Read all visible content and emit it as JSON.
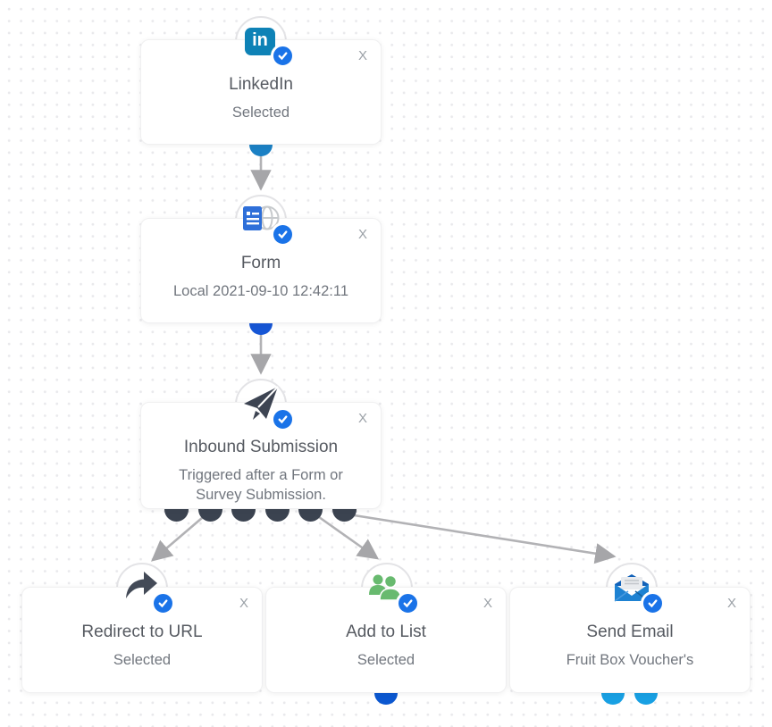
{
  "ui": {
    "close_label": "X"
  },
  "nodes": [
    {
      "id": "linkedin",
      "title": "LinkedIn",
      "subtitle": "Selected",
      "icon": "linkedin-icon",
      "state": "selected"
    },
    {
      "id": "form",
      "title": "Form",
      "subtitle": "Local 2021-09-10 12:42:11",
      "icon": "form-icon",
      "state": "selected"
    },
    {
      "id": "inbound-submission",
      "title": "Inbound Submission",
      "subtitle": "Triggered after a Form or Survey Submission.",
      "icon": "paper-plane-icon",
      "state": "selected"
    },
    {
      "id": "redirect-to-url",
      "title": "Redirect to URL",
      "subtitle": "Selected",
      "icon": "redirect-arrow-icon",
      "state": "selected"
    },
    {
      "id": "add-to-list",
      "title": "Add to List",
      "subtitle": "Selected",
      "icon": "people-icon",
      "state": "selected"
    },
    {
      "id": "send-email",
      "title": "Send Email",
      "subtitle": "Fruit Box Voucher's",
      "icon": "email-icon",
      "state": "selected"
    }
  ],
  "icons": {
    "linkedin_glyph": "in"
  },
  "colors": {
    "badge_blue": "#1a73e8",
    "linkedin_blue": "#0e82b6",
    "form_doc_blue": "#2e6fd9",
    "globe_gray": "#c7cacd",
    "plane_dark": "#3d4452",
    "redirect_dark": "#434a57",
    "people_green": "#68ba6f",
    "email_blue": "#1e82d2",
    "email_flap_blue": "#1261b8",
    "letter_gray": "#e9ebee",
    "port_linkedin": "#1b80c4",
    "port_form": "#1656d5",
    "port_addlist": "#0b57d0",
    "port_email": "#18a0e3",
    "trigger_dot": "#3b4350",
    "wire_gray": "#b2b2b5",
    "arrowhead_gray": "#a6a6a9",
    "background_dot": "#e9e9ec"
  }
}
